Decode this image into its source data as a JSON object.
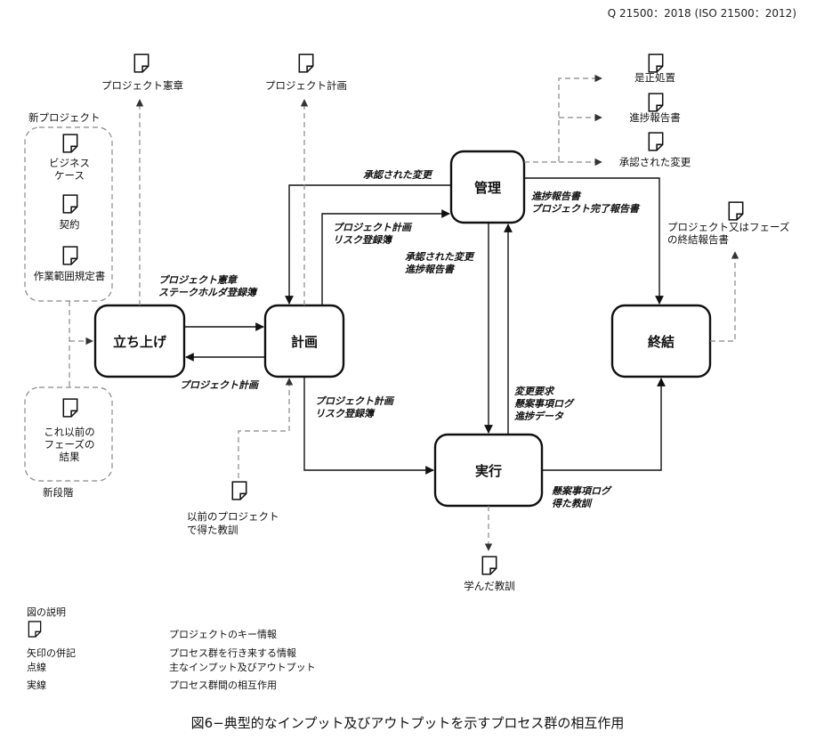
{
  "header": {
    "standard": "Q 21500：2018 (ISO 21500：2012)"
  },
  "processes": {
    "initiating": "立ち上げ",
    "planning": "計画",
    "controlling": "管理",
    "implementing": "実行",
    "closing": "終結"
  },
  "groups": {
    "new_project": {
      "title": "新プロジェクト",
      "docs": [
        "ビジネス\nケース",
        "契約",
        "作業範囲規定書"
      ]
    },
    "new_phase": {
      "title": "新段階",
      "doc": "これ以前の\nフェーズの\n結果"
    }
  },
  "documents": {
    "charter_out": "プロジェクト憲章",
    "plans_out": "プロジェクト計画",
    "corrective": "是正処置",
    "progress_report": "進捗報告書",
    "approved_changes_out": "承認された変更",
    "closing_report": "プロジェクト又はフェーズ\nの終結報告書",
    "lessons_prev": "以前のプロジェクト\nで得た教訓",
    "lessons_learned": "学んだ教訓"
  },
  "flows": {
    "init_to_plan": "プロジェクト憲章\nステークホルダ登録簿",
    "plan_to_init": "プロジェクト計画",
    "ctrl_to_plan": "承認された変更",
    "plan_to_ctrl": "プロジェクト計画\nリスク登録簿",
    "ctrl_to_impl": "承認された変更\n進捗報告書",
    "ctrl_to_close": "進捗報告書\nプロジェクト完了報告書",
    "impl_to_ctrl": "変更要求\n懸案事項ログ\n進捗データ",
    "plan_to_impl": "プロジェクト計画\nリスク登録簿",
    "impl_to_close": "懸案事項ログ\n得た教訓"
  },
  "legend": {
    "title": "図の説明",
    "rows": [
      {
        "symbol": "",
        "desc": "プロジェクトのキー情報"
      },
      {
        "symbol": "矢印の併記",
        "desc": "プロセス群を行き来する情報"
      },
      {
        "symbol": "点線",
        "desc": "主なインプット及びアウトプット"
      },
      {
        "symbol": "実線",
        "desc": "プロセス群間の相互作用"
      }
    ]
  },
  "caption": "図6−典型的なインプット及びアウトプットを示すプロセス群の相互作用"
}
